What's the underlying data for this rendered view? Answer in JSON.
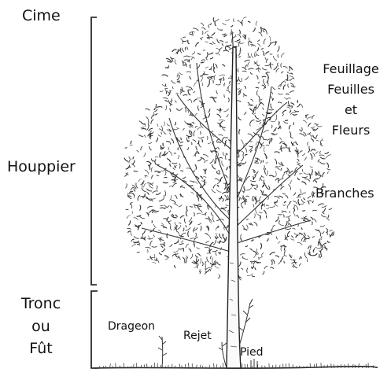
{
  "labels": {
    "cime": "Cime",
    "houppier": "Houppier",
    "tronc": "Tronc",
    "ou": "ou",
    "fut": "Fût",
    "feuillage": "Feuillage",
    "feuilles": "Feuilles",
    "et": "et",
    "fleurs": "Fleurs",
    "branches": "Branches",
    "drageon": "Drageon",
    "rejet": "Rejet",
    "pied": "Pied"
  },
  "colors": {
    "ink": "#111111",
    "leaf_ink": "#333333",
    "background": "#ffffff"
  }
}
